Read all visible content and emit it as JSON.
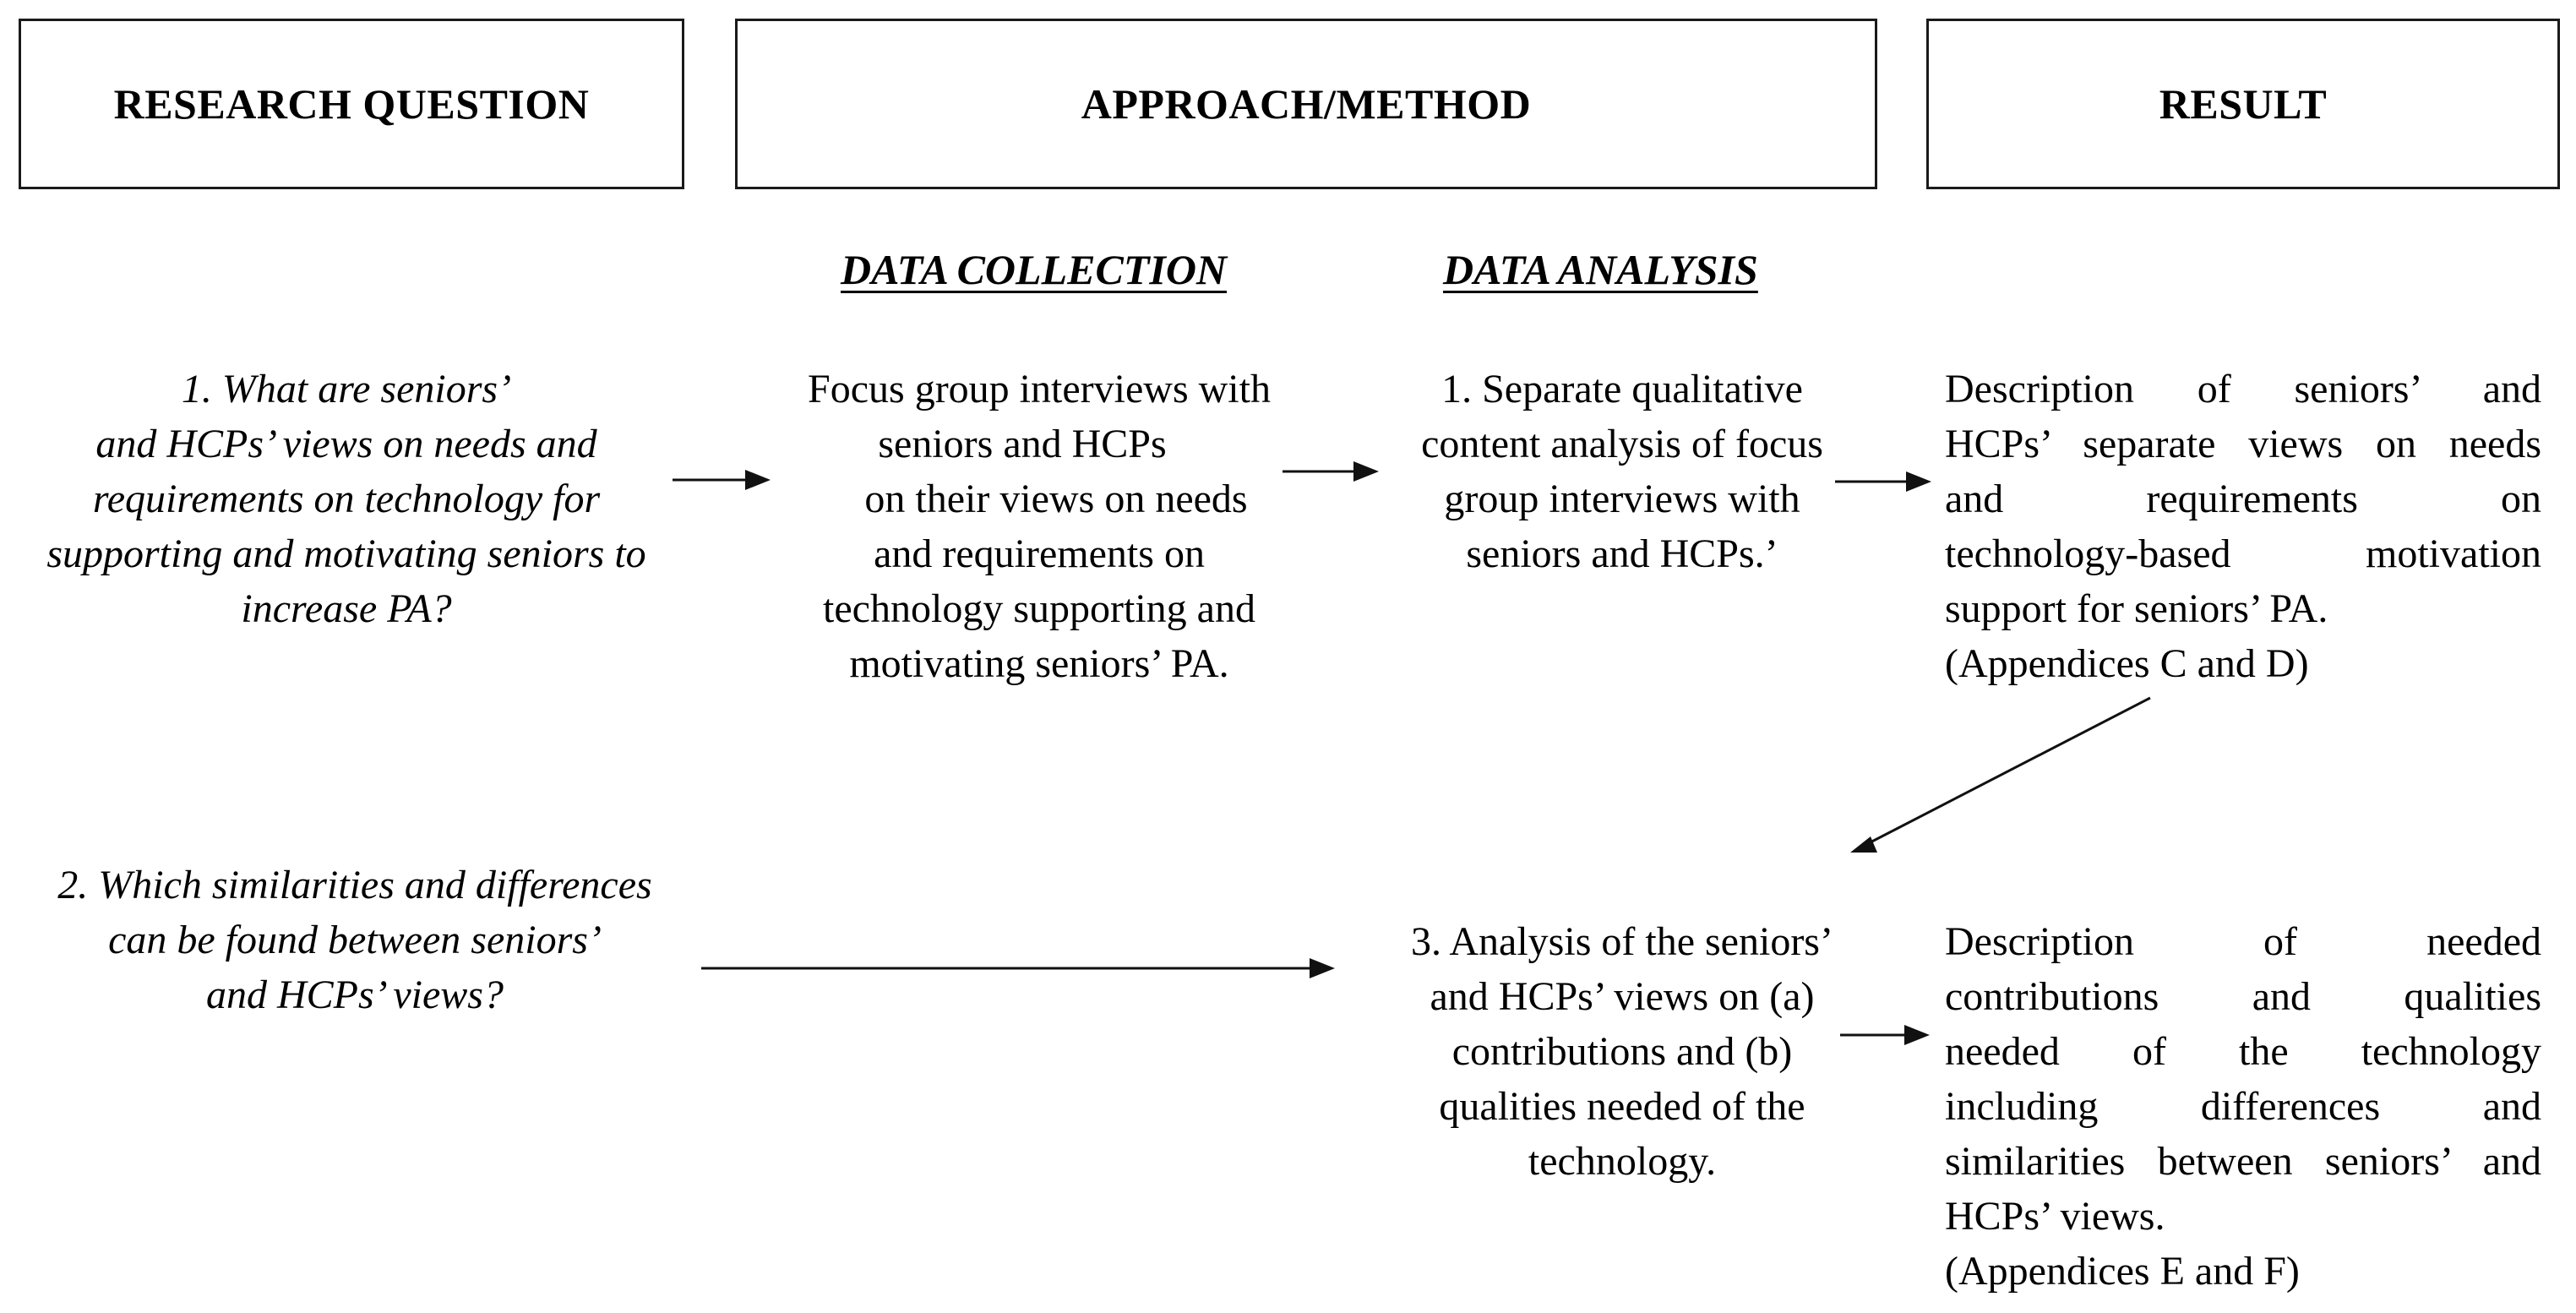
{
  "headers": {
    "research_question": "RESEARCH QUESTION",
    "approach_method": "APPROACH/METHOD",
    "result": "RESULT"
  },
  "subheaders": {
    "data_collection": "DATA COLLECTION",
    "data_analysis": "DATA ANALYSIS"
  },
  "research_questions": {
    "q1": [
      "1. What are seniors’",
      "and HCPs’ views on needs and",
      "requirements on technology for",
      "supporting and motivating seniors to",
      "increase PA?"
    ],
    "q2": [
      "2.  Which similarities and differences",
      "can be found between seniors’",
      "and HCPs’ views?"
    ]
  },
  "data_collection": {
    "lines": [
      "Focus group interviews with",
      "seniors and HCPs",
      "on their views on needs",
      "and requirements on",
      "technology supporting and",
      "motivating seniors’ PA."
    ]
  },
  "data_analysis": {
    "step1": [
      "1. Separate qualitative",
      "content analysis of focus",
      "group interviews with",
      "seniors and HCPs.’"
    ],
    "step3": [
      "3. Analysis of the seniors’",
      "and HCPs’ views on (a)",
      "contributions and (b)",
      "qualities needed of the",
      "technology."
    ]
  },
  "results": {
    "result1": [
      "Description of seniors’ and",
      "HCPs’ separate views on needs",
      "and requirements on",
      "technology-based motivation",
      "support for seniors’ PA.",
      "(Appendices C and D)"
    ],
    "result2": [
      "Description of needed",
      "contributions and qualities",
      "needed of the technology",
      "including differences and",
      "similarities between seniors’ and",
      "HCPs’ views.",
      "(Appendices E and F)"
    ]
  }
}
